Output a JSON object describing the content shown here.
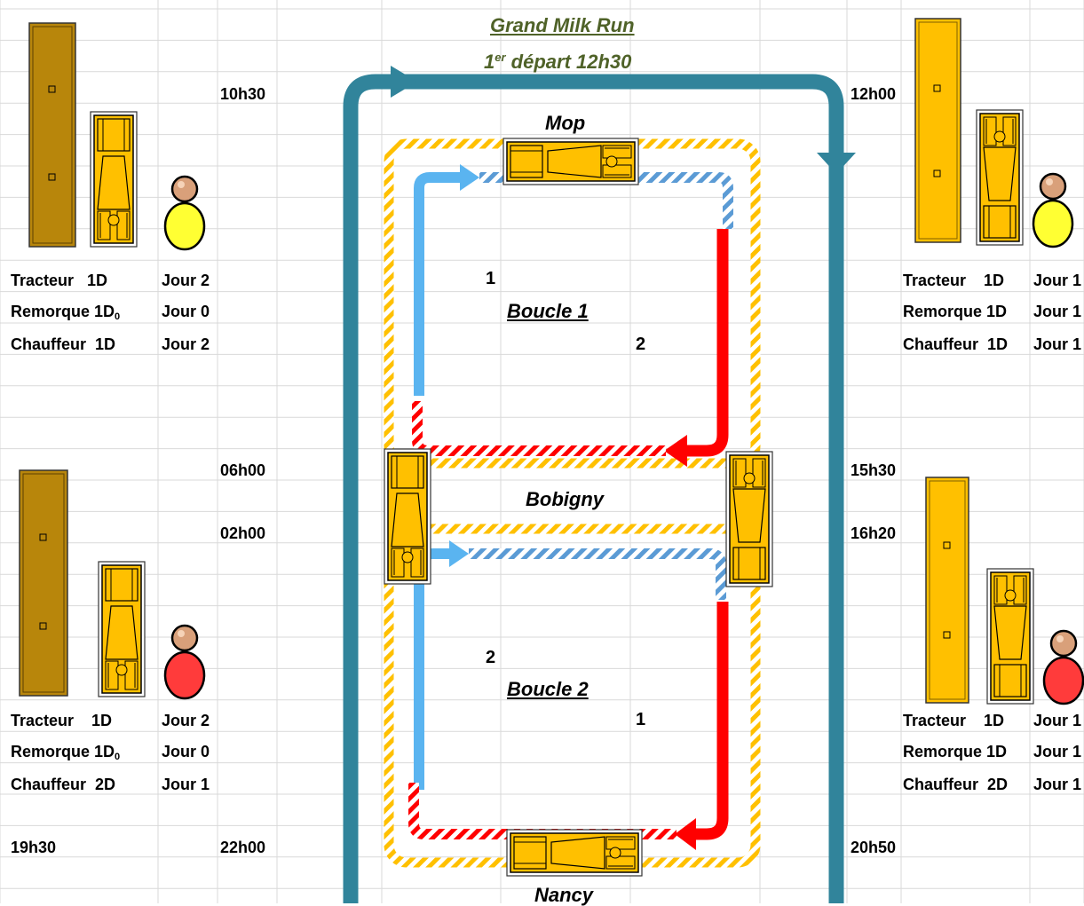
{
  "title": {
    "main": "Grand Milk Run",
    "sub_prefix": "1",
    "sub_sup": "er",
    "sub_suffix": " départ 12h30"
  },
  "cities": {
    "top": "Mop",
    "middle": "Bobigny",
    "bottom": "Nancy"
  },
  "loops": {
    "loop1": {
      "label": "Boucle 1",
      "n_left": "1",
      "n_right": "2"
    },
    "loop2": {
      "label": "Boucle 2",
      "n_left": "2",
      "n_right": "1"
    }
  },
  "times": {
    "t1030": "10h30",
    "t1200": "12h00",
    "t0600": "06h00",
    "t0200": "02h00",
    "t1530": "15h30",
    "t1620": "16h20",
    "t1930": "19h30",
    "t2200": "22h00",
    "t2050": "20h50"
  },
  "blocks": {
    "top_left": {
      "tracteur": "Tracteur   1D",
      "tracteur_day": "Jour 2",
      "remorque": "Remorque 1D",
      "remorque_sub": "0",
      "remorque_day": "Jour 0",
      "chauffeur": "Chauffeur  1D",
      "chauffeur_day": "Jour 2"
    },
    "bottom_left": {
      "tracteur": "Tracteur    1D",
      "tracteur_day": "Jour 2",
      "remorque": "Remorque 1D",
      "remorque_sub": "0",
      "remorque_day": "Jour 0",
      "chauffeur": "Chauffeur  2D",
      "chauffeur_day": "Jour 1"
    },
    "top_right": {
      "tracteur": "Tracteur    1D",
      "tracteur_day": "Jour 1",
      "remorque": "Remorque 1D",
      "remorque_day": "Jour 1",
      "chauffeur": "Chauffeur  1D",
      "chauffeur_day": "Jour 1"
    },
    "bottom_right": {
      "tracteur": "Tracteur    1D",
      "tracteur_day": "Jour 1",
      "remorque": "Remorque 1D",
      "remorque_day": "Jour 1",
      "chauffeur": "Chauffeur  2D",
      "chauffeur_day": "Jour 1"
    }
  },
  "colors": {
    "main_loop": "#31849b",
    "outbound": "#5ab4f0",
    "return": "#ff0000",
    "yellow_hatch": "#ffc000",
    "trailer_brown": "#b8860b",
    "trailer_yellow": "#ffc000",
    "driver_yellow": "#ffff33",
    "driver_red": "#ff3b3b"
  },
  "icons": [
    "trailer-icon",
    "tractor-icon",
    "driver-icon"
  ]
}
